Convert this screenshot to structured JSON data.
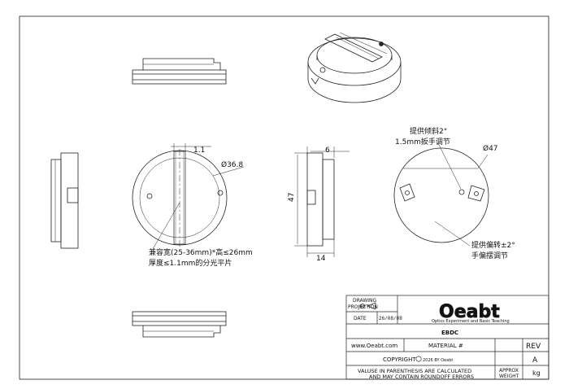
{
  "dimensions": {
    "width_11": "1.1",
    "diameter_36_8": "Ø36.8",
    "depth_6": "6",
    "height_47": "47",
    "thickness_14": "14",
    "diameter_47": "Ø47"
  },
  "annotations": {
    "tilt_line1": "提供倾斜2°",
    "tilt_line2": "1.5mm扳手调节",
    "rotate_line1": "提供偏转±2°",
    "rotate_line2": "手偏摆调节",
    "compat_line1": "兼容宽(25-36mm)*高≤26mm",
    "compat_line2": "厚度≤1.1mm的分光平片"
  },
  "title_block": {
    "drawing_label": "DRAWING",
    "projection_label": "PROJECTION",
    "date_label": "DATE",
    "date_value": "26/08/08",
    "logo_text": "Oeabt",
    "company_subtitle": "Optics Experiment and Basic Teaching",
    "part_number": "EBDC",
    "website": "www.Oeabt.com",
    "material_label": "MATERIAL #",
    "rev_label": "REV",
    "copyright_label": "COPYRIGHT",
    "copyright_note": "2026 BY Oeabt",
    "rev_value": "A",
    "notice_line1": "VALUSE IN PARENTHESIS ARE CALCULATED",
    "notice_line2": "AND MAY CONTAIN ROUNDOFF ERRORS",
    "approx_label": "APPROX",
    "weight_label": "WEIGHT",
    "weight_unit": "kg"
  }
}
